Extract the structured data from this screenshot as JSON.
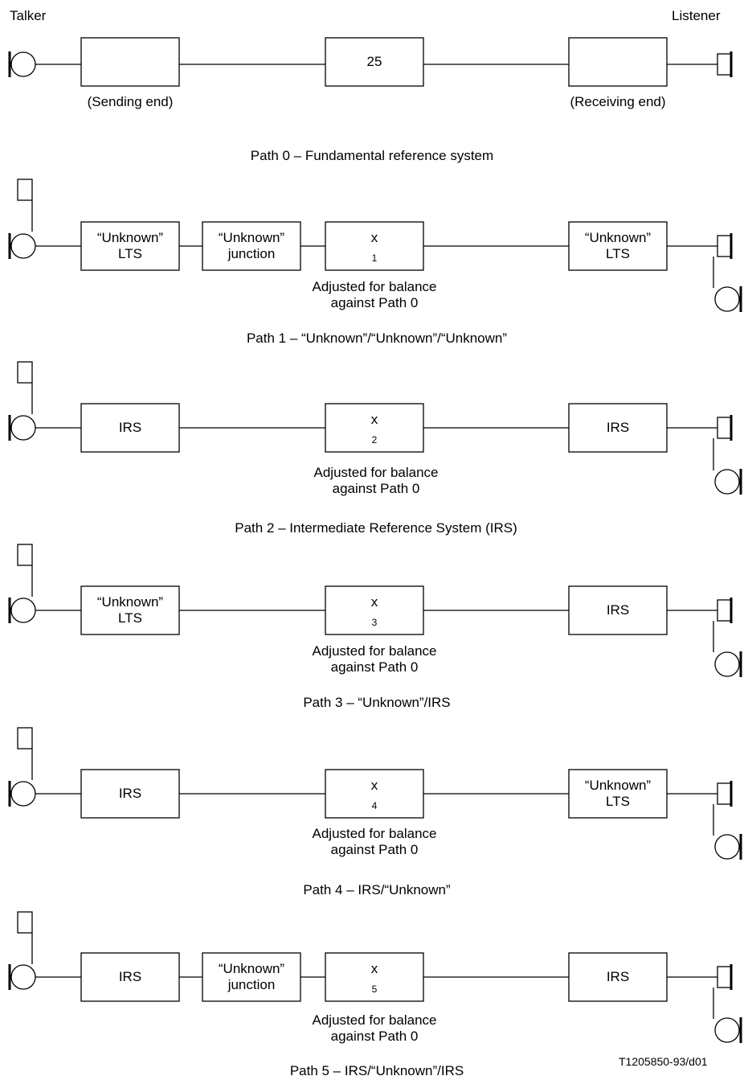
{
  "header": {
    "talker": "Talker",
    "listener": "Listener"
  },
  "figure_id": "T1205850-93/d01",
  "path0": {
    "sending_end": "(Sending end)",
    "center_value": "25",
    "receiving_end": "(Receiving end)",
    "caption": "Path 0 – Fundamental reference system"
  },
  "adjusted_note": {
    "line1": "Adjusted for balance",
    "line2": "against Path 0"
  },
  "path1": {
    "left_box": {
      "line1": "“Unknown”",
      "line2": "LTS"
    },
    "junction_box": {
      "line1": "“Unknown”",
      "line2": "junction"
    },
    "x_label": "x",
    "x_sub": "1",
    "right_box": {
      "line1": "“Unknown”",
      "line2": "LTS"
    },
    "caption": "Path 1 – “Unknown”/“Unknown”/“Unknown”"
  },
  "path2": {
    "left_box": "IRS",
    "x_label": "x",
    "x_sub": "2",
    "right_box": "IRS",
    "caption": "Path 2 – Intermediate Reference System (IRS)"
  },
  "path3": {
    "left_box": {
      "line1": "“Unknown”",
      "line2": "LTS"
    },
    "x_label": "x",
    "x_sub": "3",
    "right_box": "IRS",
    "caption": "Path 3 – “Unknown”/IRS"
  },
  "path4": {
    "left_box": "IRS",
    "x_label": "x",
    "x_sub": "4",
    "right_box": {
      "line1": "“Unknown”",
      "line2": "LTS"
    },
    "caption": "Path 4 – IRS/“Unknown”"
  },
  "path5": {
    "left_box": "IRS",
    "junction_box": {
      "line1": "“Unknown”",
      "line2": "junction"
    },
    "x_label": "x",
    "x_sub": "5",
    "right_box": "IRS",
    "caption": "Path 5 – IRS/“Unknown”/IRS"
  }
}
